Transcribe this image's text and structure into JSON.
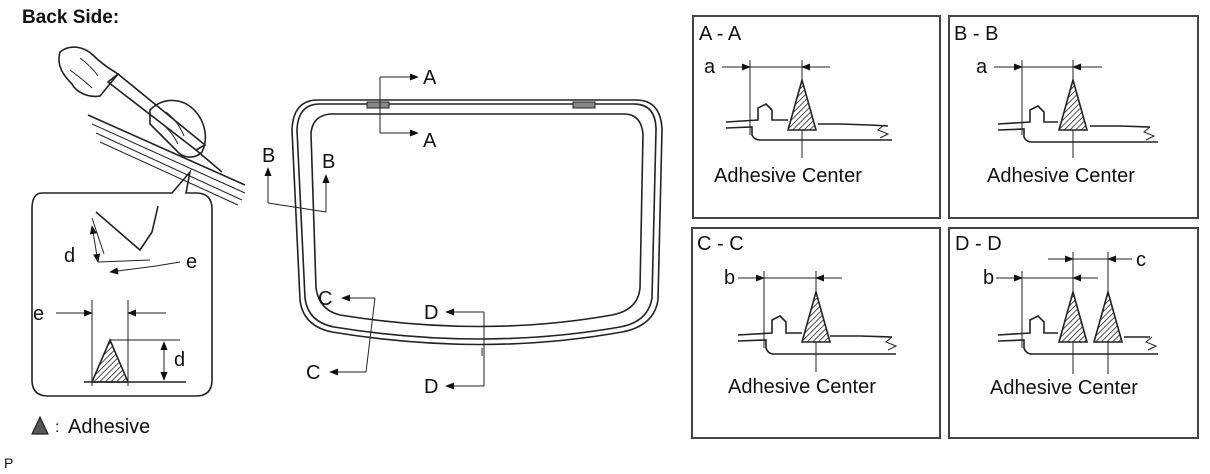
{
  "header": {
    "title": "Back Side:"
  },
  "legend": {
    "separator": ":",
    "label": "Adhesive"
  },
  "footer": {
    "code": "P"
  },
  "callout": {
    "dim_d": "d",
    "dim_e": "e"
  },
  "windshield": {
    "section_labels": {
      "A_top": "A",
      "A_bottom": "A",
      "B_left": "B",
      "B_right": "B",
      "C_top": "C",
      "C_bottom": "C",
      "D_top": "D",
      "D_bottom": "D"
    }
  },
  "panels": {
    "aa": {
      "title": "A - A",
      "dim": "a",
      "caption": "Adhesive Center"
    },
    "bb": {
      "title": "B - B",
      "dim": "a",
      "caption": "Adhesive Center"
    },
    "cc": {
      "title": "C - C",
      "dim": "b",
      "caption": "Adhesive Center"
    },
    "dd": {
      "title": "D - D",
      "dim_left": "b",
      "dim_right": "c",
      "caption": "Adhesive Center"
    }
  },
  "colors": {
    "line": "#222222",
    "adhesive_fill": "#555555",
    "background": "#ffffff"
  }
}
